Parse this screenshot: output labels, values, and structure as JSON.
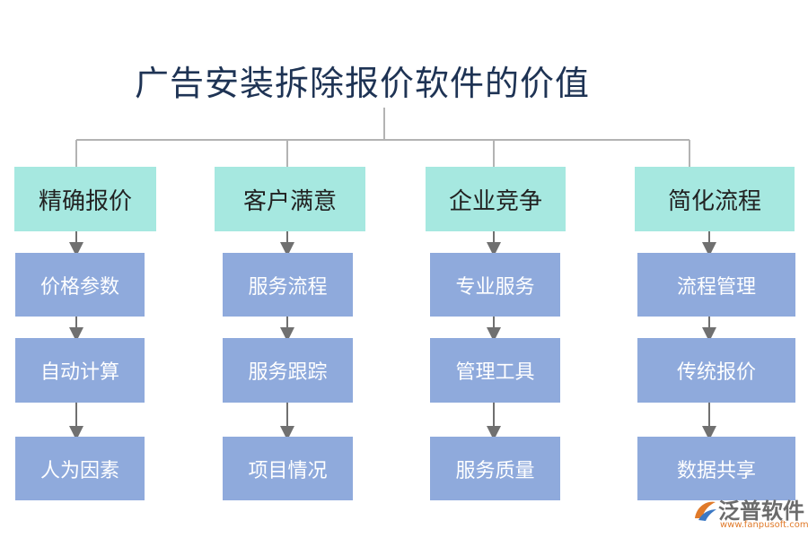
{
  "title": "广告安装拆除报价软件的价值",
  "categories": [
    {
      "label": "精确报价",
      "items": [
        "价格参数",
        "自动计算",
        "人为因素"
      ]
    },
    {
      "label": "客户满意",
      "items": [
        "服务流程",
        "服务跟踪",
        "项目情况"
      ]
    },
    {
      "label": "企业竞争",
      "items": [
        "专业服务",
        "管理工具",
        "服务质量"
      ]
    },
    {
      "label": "简化流程",
      "items": [
        "流程管理",
        "传统报价",
        "数据共享"
      ]
    }
  ],
  "logo": {
    "name": "泛普软件",
    "url": "www.fanpusoft.com"
  },
  "colors": {
    "header_fill": "#a6e8e0",
    "item_fill": "#8faadc",
    "connector": "#b3b3b3",
    "arrow": "#707070",
    "title": "#1e3354"
  }
}
